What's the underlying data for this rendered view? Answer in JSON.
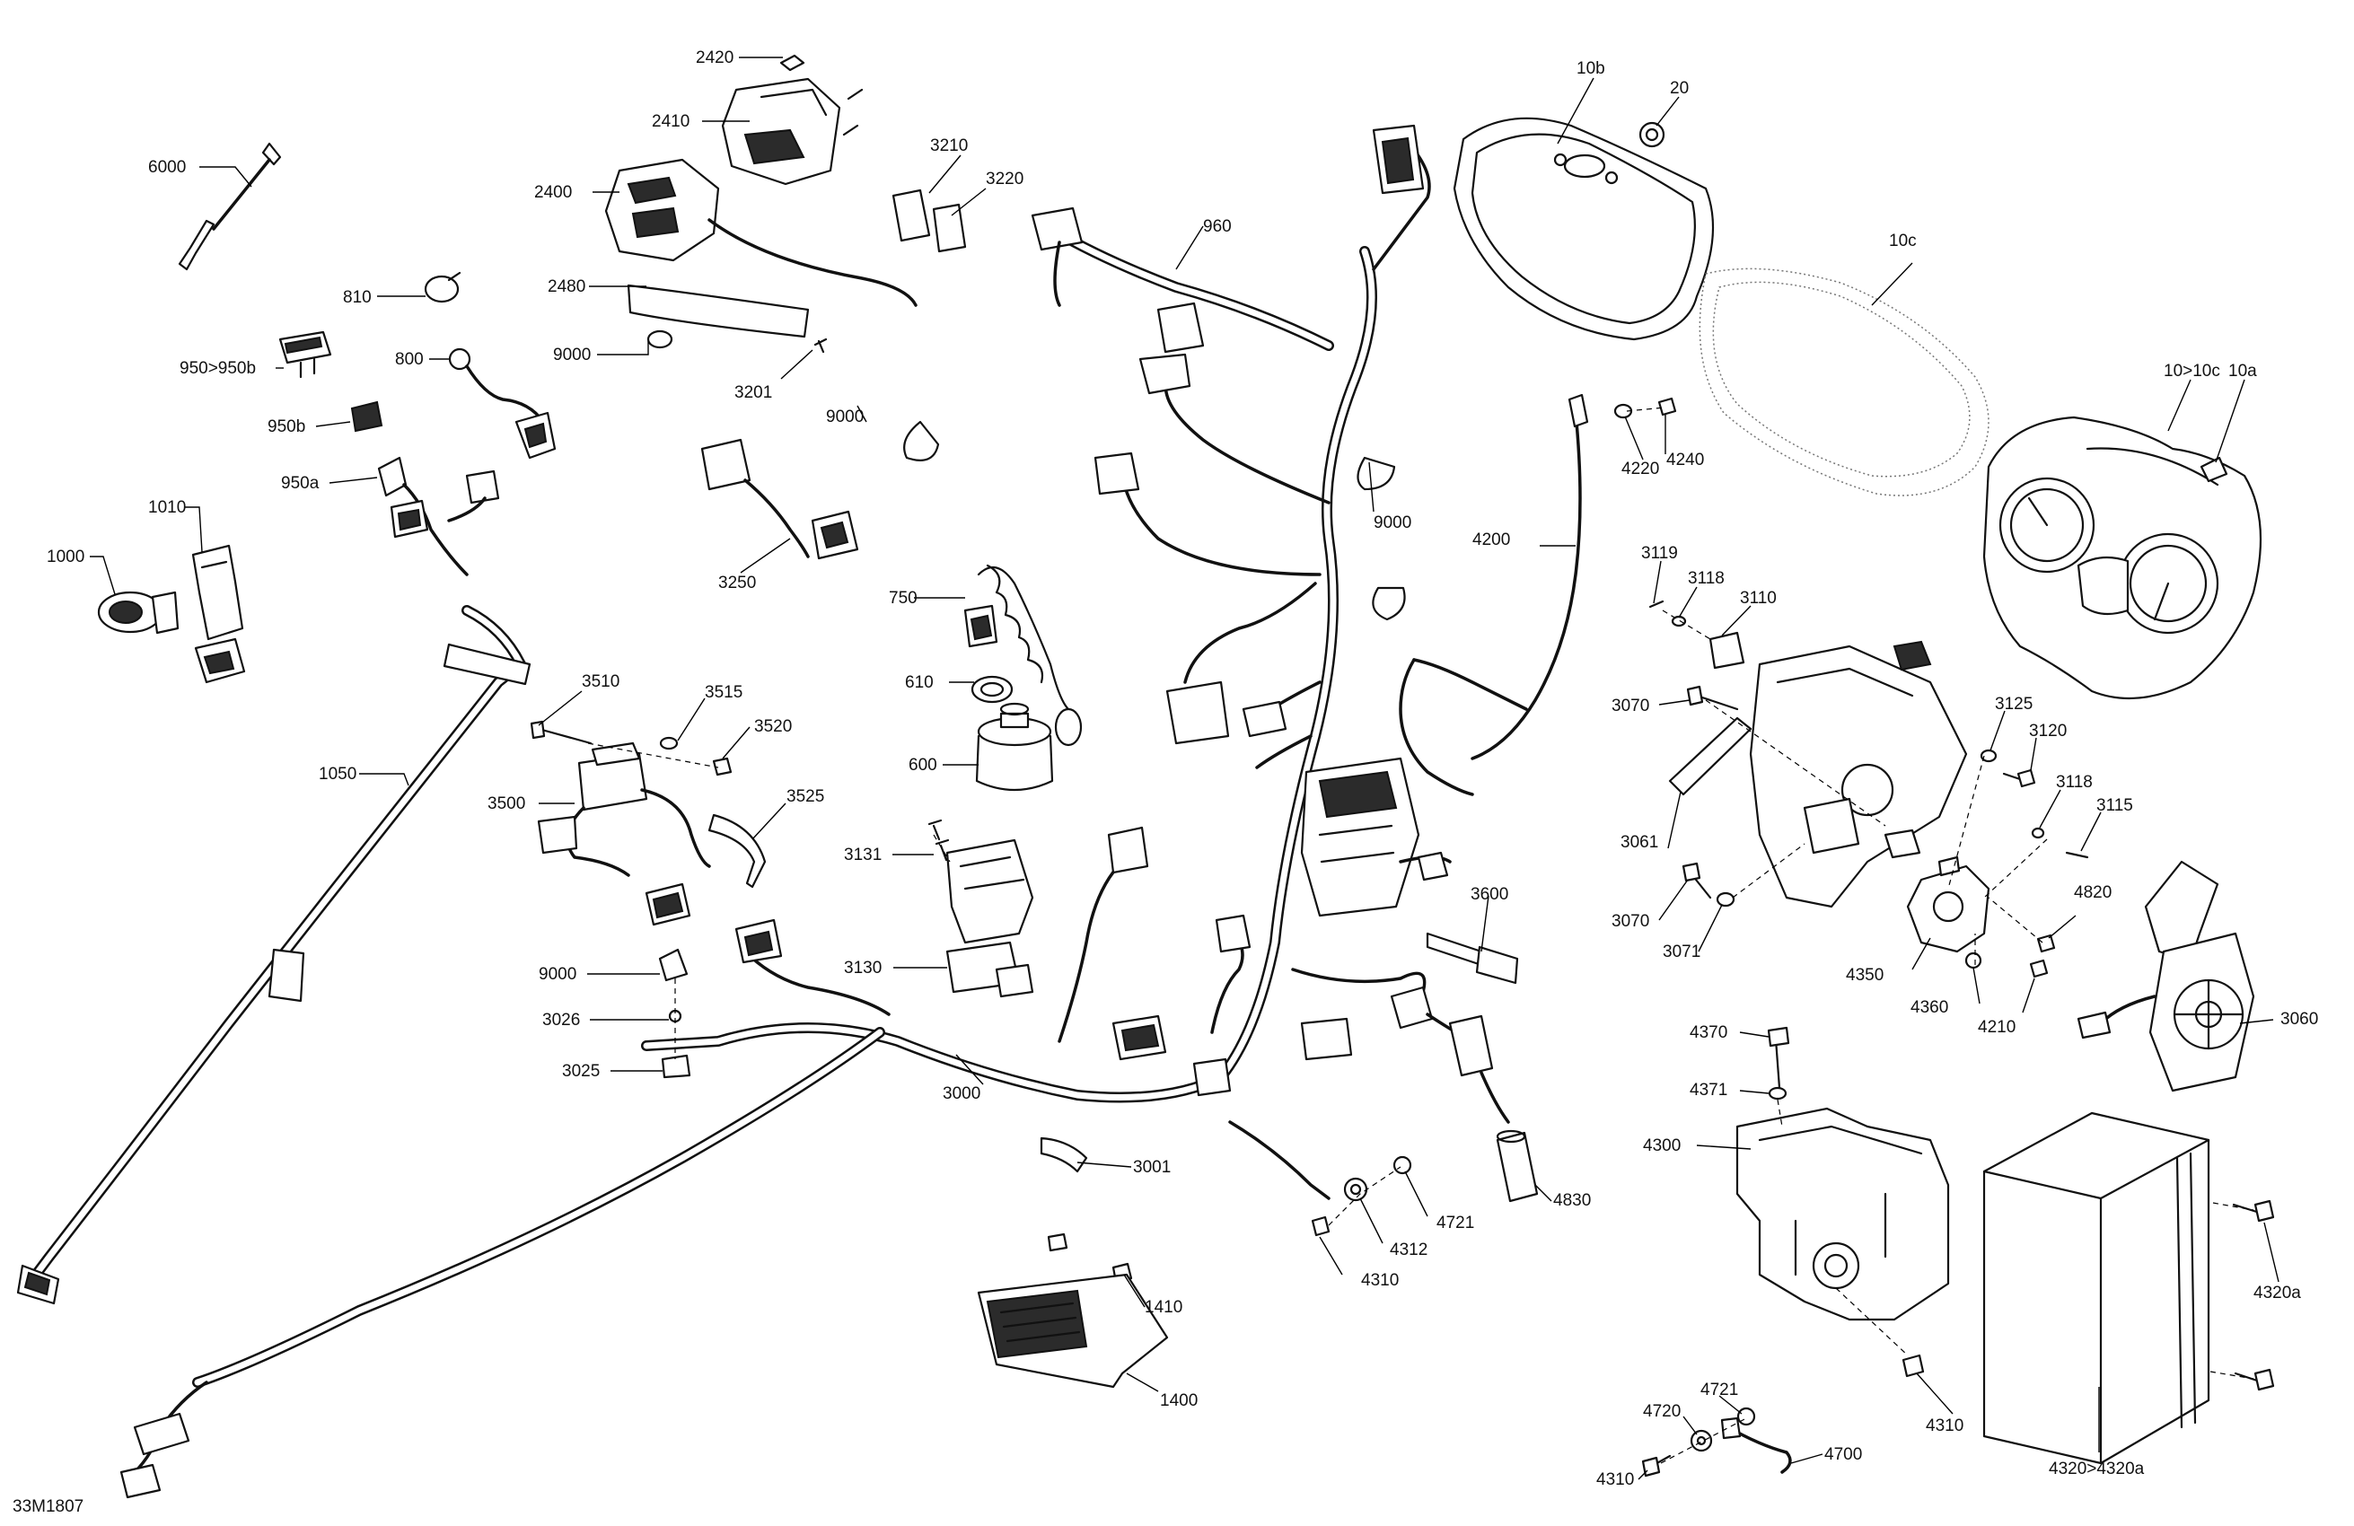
{
  "diagram_code": "33M1807",
  "labels": {
    "l6000": "6000",
    "l810": "810",
    "l950_950b": "950>950b",
    "l800": "800",
    "l950b": "950b",
    "l950a": "950a",
    "l1010": "1010",
    "l1000": "1000",
    "l1050": "1050",
    "l2420": "2420",
    "l2410": "2410",
    "l2400": "2400",
    "l2480": "2480",
    "l9000_a": "9000",
    "l3201": "3201",
    "l3210": "3210",
    "l3220": "3220",
    "l9000_b": "9000",
    "l3250": "3250",
    "l960": "960",
    "l750": "750",
    "l610": "610",
    "l600": "600",
    "l3510": "3510",
    "l3515": "3515",
    "l3520": "3520",
    "l3500": "3500",
    "l3525": "3525",
    "l3131": "3131",
    "l3130": "3130",
    "l9000_c": "9000",
    "l3026": "3026",
    "l3025": "3025",
    "l3000": "3000",
    "l3001": "3001",
    "l1410": "1410",
    "l1400": "1400",
    "l10b": "10b",
    "l20": "20",
    "l10c": "10c",
    "l9000_d": "9000",
    "l4220": "4220",
    "l4240": "4240",
    "l4200": "4200",
    "l10_10c": "10>10c",
    "l10a": "10a",
    "l3119": "3119",
    "l3118_a": "3118",
    "l3110": "3110",
    "l3070_a": "3070",
    "l3061": "3061",
    "l3070_b": "3070",
    "l3071": "3071",
    "l3125": "3125",
    "l3120": "3120",
    "l3118_b": "3118",
    "l3115": "3115",
    "l4820": "4820",
    "l4350": "4350",
    "l4360": "4360",
    "l4210": "4210",
    "l3060": "3060",
    "l3600": "3600",
    "l4370": "4370",
    "l4371": "4371",
    "l4300": "4300",
    "l4830": "4830",
    "l4721_a": "4721",
    "l4312": "4312",
    "l4310_a": "4310",
    "l4310_b": "4310",
    "l4721_b": "4721",
    "l4720": "4720",
    "l4310_c": "4310",
    "l4700": "4700",
    "l4320_4320a": "4320>4320a",
    "l4320a": "4320a"
  }
}
